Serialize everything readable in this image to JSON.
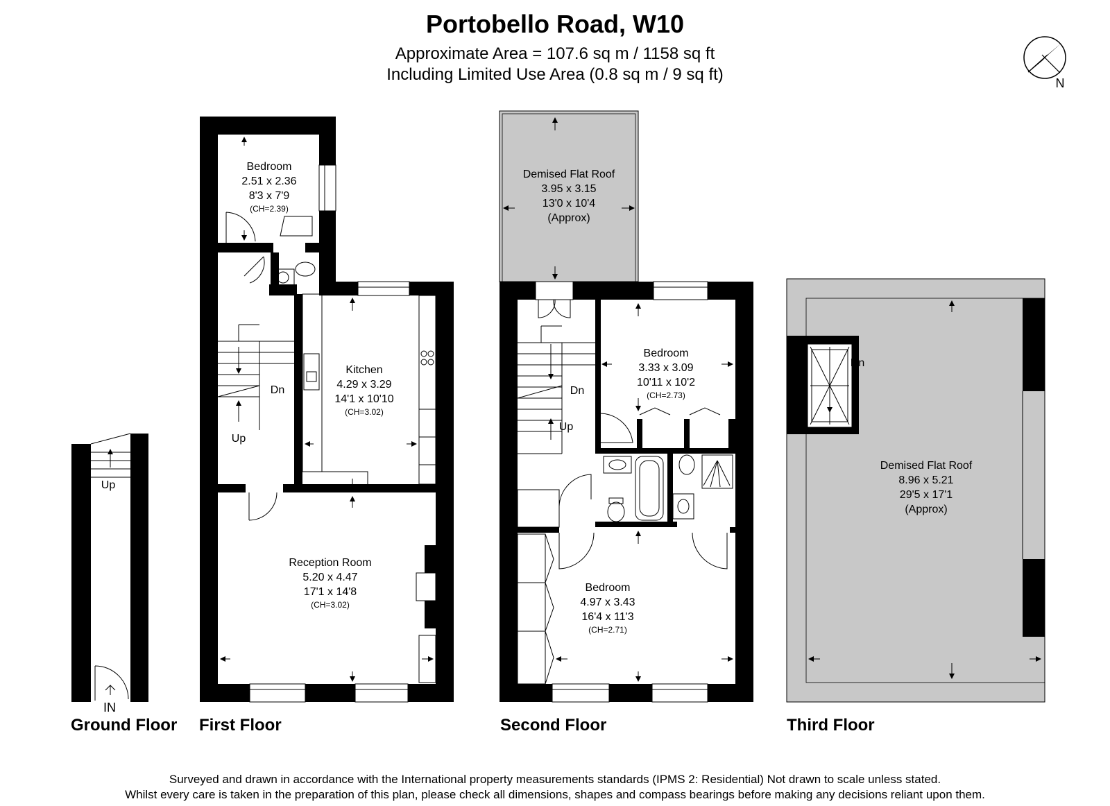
{
  "header": {
    "title": "Portobello Road, W10",
    "area_line": "Approximate Area = 107.6 sq m / 1158 sq ft",
    "limited_use_line": "Including Limited Use Area (0.8 sq m / 9 sq ft)"
  },
  "compass": {
    "label": "N",
    "icon": "compass-icon"
  },
  "floors": {
    "ground": {
      "label": "Ground Floor",
      "stair_label": "Up",
      "entrance_label": "IN"
    },
    "first": {
      "label": "First Floor",
      "stair_up": "Up",
      "stair_down": "Dn",
      "bedroom": {
        "name": "Bedroom",
        "metric": "2.51 x 2.36",
        "imperial": "8'3 x 7'9",
        "ceiling": "(CH=2.39)"
      },
      "kitchen": {
        "name": "Kitchen",
        "metric": "4.29 x 3.29",
        "imperial": "14'1 x 10'10",
        "ceiling": "(CH=3.02)"
      },
      "reception": {
        "name": "Reception Room",
        "metric": "5.20 x 4.47",
        "imperial": "17'1 x 14'8",
        "ceiling": "(CH=3.02)"
      }
    },
    "second": {
      "label": "Second Floor",
      "stair_up": "Up",
      "stair_down": "Dn",
      "roof": {
        "name": "Demised Flat Roof",
        "metric": "3.95 x 3.15",
        "imperial": "13'0 x 10'4",
        "note": "(Approx)"
      },
      "bedroom_upper": {
        "name": "Bedroom",
        "metric": "3.33 x 3.09",
        "imperial": "10'11 x 10'2",
        "ceiling": "(CH=2.73)"
      },
      "bedroom_lower": {
        "name": "Bedroom",
        "metric": "4.97 x 3.43",
        "imperial": "16'4 x 11'3",
        "ceiling": "(CH=2.71)"
      }
    },
    "third": {
      "label": "Third Floor",
      "stair_down": "Dn",
      "roof": {
        "name": "Demised Flat Roof",
        "metric": "8.96 x 5.21",
        "imperial": "29'5 x 17'1",
        "note": "(Approx)"
      }
    }
  },
  "footer": {
    "line1": "Surveyed and drawn in accordance with the International property measurements standards (IPMS 2: Residential) Not drawn to scale unless stated.",
    "line2": "Whilst every care is taken in the preparation of this plan, please check all dimensions, shapes and compass bearings before making any decisions reliant upon them."
  },
  "colors": {
    "wall": "#000000",
    "roof_fill": "#c8c8c8",
    "background": "#ffffff"
  }
}
